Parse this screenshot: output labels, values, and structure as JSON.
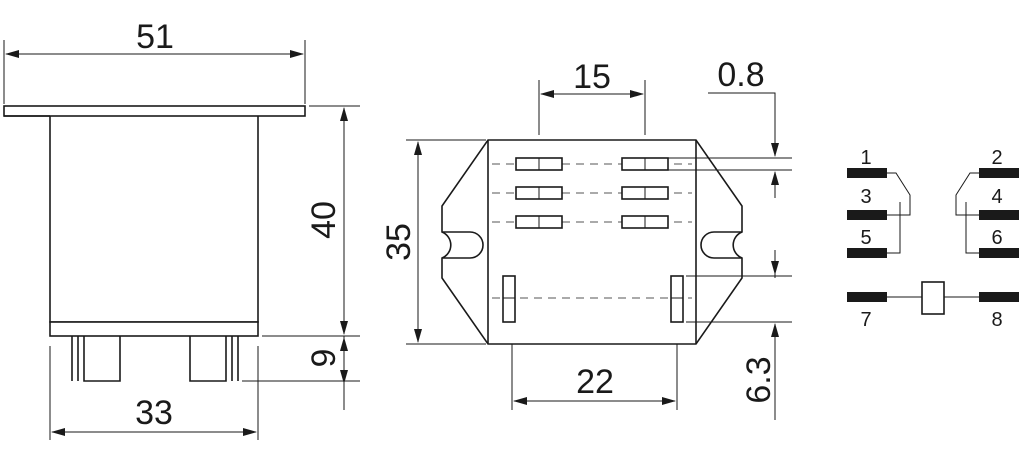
{
  "side_view": {
    "width_top": "51",
    "height_body": "40",
    "height_pins": "9",
    "width_body": "33"
  },
  "bottom_view": {
    "pin_spacing": "15",
    "pin_thickness": "0.8",
    "body_height": "35",
    "pin_offset": "6.3",
    "pin_span": "22"
  },
  "schematic": {
    "pins": [
      "1",
      "2",
      "3",
      "4",
      "5",
      "6",
      "7",
      "8"
    ]
  }
}
